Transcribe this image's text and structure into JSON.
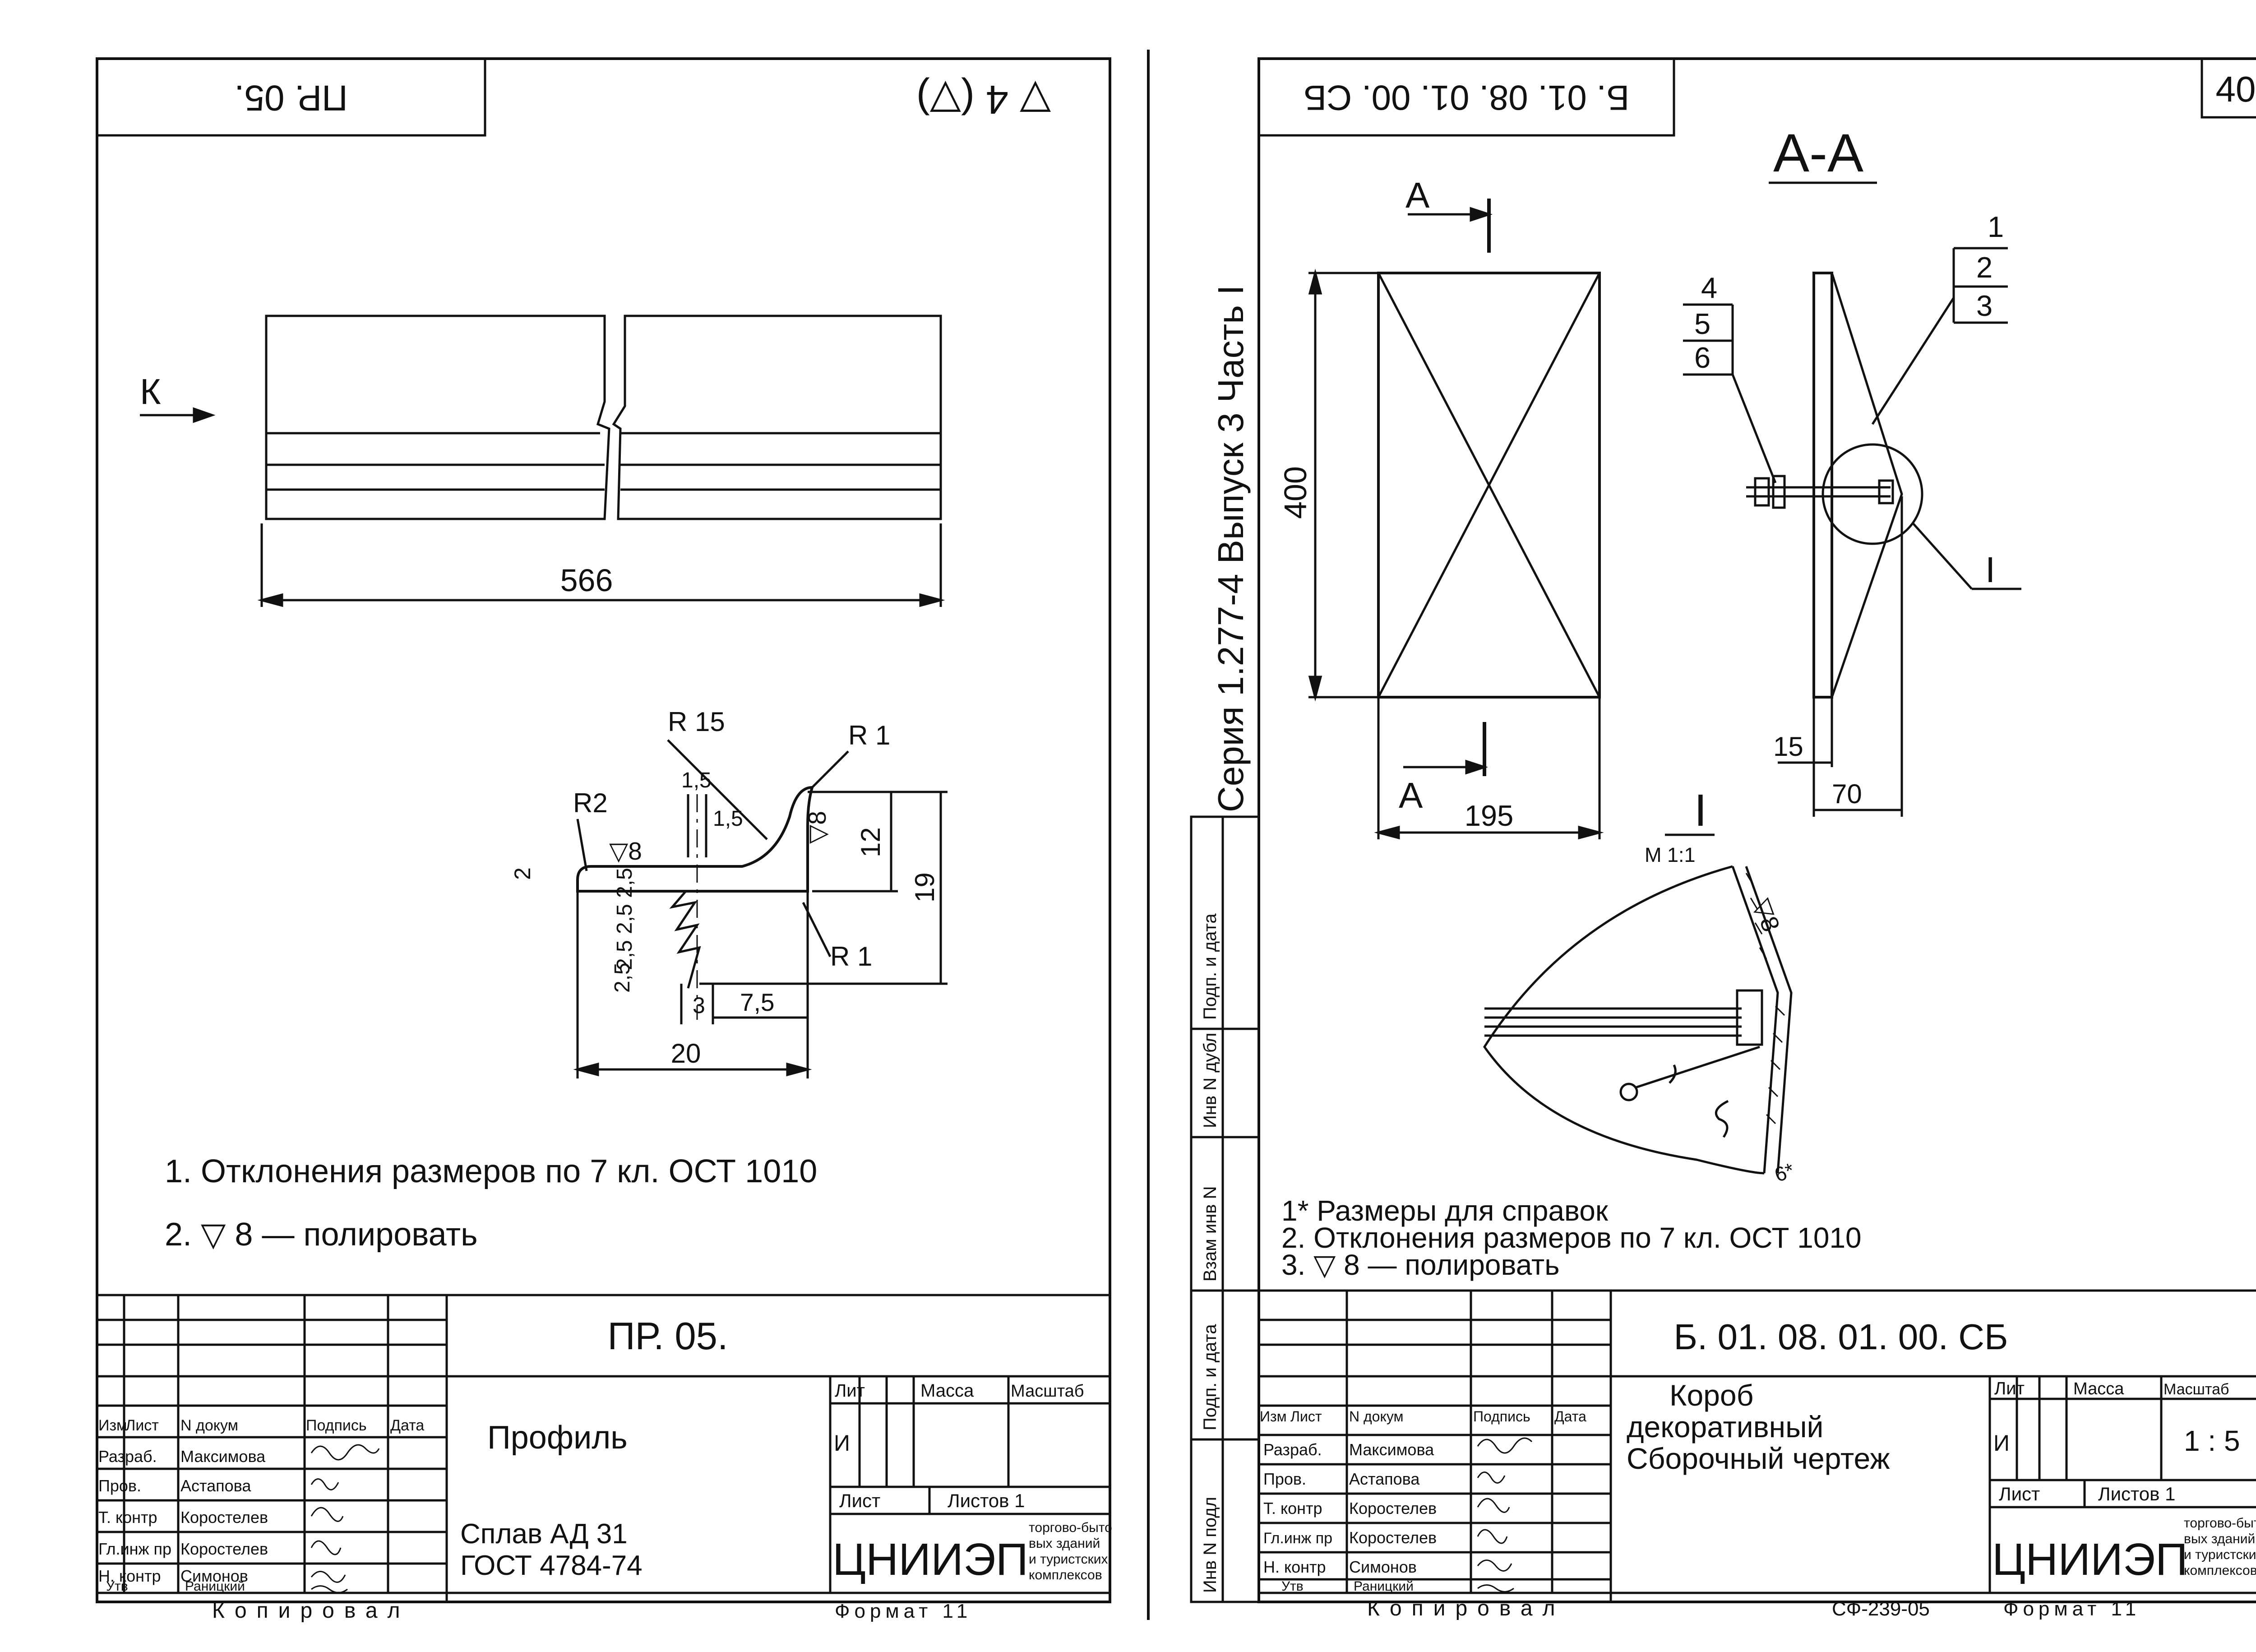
{
  "left_sheet": {
    "corner_stamp": "ПР. 05.",
    "roughness_top": "▽ 4 (▽)",
    "view_marker": "К",
    "dim_length": "566",
    "profile_dims": {
      "r15": "R 15",
      "r1_top": "R 1",
      "r2": "R2",
      "r1_bottom": "R 1",
      "d15a": "1,5",
      "d15b": "1,5",
      "d2": "2",
      "d12": "12",
      "d19": "19",
      "d25_stack": "2,5 2,5 2,5",
      "d25_low": "2,5",
      "d3": "3",
      "d75": "7,5",
      "d20": "20",
      "rough8a": "▽8",
      "rough8b": "▽8"
    },
    "notes": [
      "1. Отклонения   размеров  по 7 кл. ОСТ 1010",
      "2.  ▽ 8  —  полировать"
    ],
    "title_block": {
      "designation": "ПР. 05.",
      "name": "Профиль",
      "material_line1": "Сплав     АД 31",
      "material_line2": "ГОСТ  4784-74",
      "hdr": [
        "Изм",
        "Лист",
        "N докум",
        "Подпись",
        "Дата"
      ],
      "roles": [
        "Разраб.",
        "Пров.",
        "Т. контр",
        "Гл.инж пр",
        "Н. контр",
        "Утв"
      ],
      "names": [
        "Максимова",
        "Астапова",
        "Коростелев",
        "Коростелев",
        "Симонов",
        "Раницкий"
      ],
      "lit_label": "Лит",
      "mass_label": "Масса",
      "scale_label": "Масштаб",
      "lit_value": "И",
      "scale_value": "",
      "sheet_label": "Лист",
      "sheets_label": "Листов 1",
      "org_main": "ЦНИИЭП",
      "org_sub": [
        "торгово-быто",
        "вых зданий",
        "и туристских",
        "комплексов"
      ],
      "copied": "Копировал",
      "format": "Формат 11"
    }
  },
  "right_sheet": {
    "corner_stamp": "Б. 01. 08. 01. 00. СБ",
    "sheet_no": "40",
    "vertical_title": "Серия 1.277-4    Выпуск 3    Часть I",
    "side_labels": [
      "Инв N подл",
      "Подп. и дата",
      "Взам инв N",
      "Инв N дубл",
      "Подп. и дата"
    ],
    "section_label": "А-А",
    "cut_a": "А",
    "dim_400": "400",
    "dim_195": "195",
    "dim_15": "15",
    "dim_70": "70",
    "leaders": [
      "1",
      "2",
      "3",
      "4",
      "5",
      "6",
      "I"
    ],
    "detail_label": "I",
    "detail_scale": "М 1:1",
    "detail_rough": "▽8",
    "detail_dim": "6*",
    "notes": [
      "1*  Размеры  для  справок",
      "2.   Отклонения   размеров  по 7 кл. ОСТ 1010",
      "3.   ▽ 8 — полировать"
    ],
    "title_block": {
      "designation": "Б. 01. 08. 01. 00. СБ",
      "name_line1": "Короб",
      "name_line2": "декоративный",
      "name_line3": "Сборочный  чертеж",
      "hdr": [
        "Изм",
        "Лист",
        "N докум",
        "Подпись",
        "Дата"
      ],
      "roles": [
        "Разраб.",
        "Пров.",
        "Т. контр",
        "Гл.инж пр",
        "Н. контр",
        "Утв"
      ],
      "names": [
        "Максимова",
        "Астапова",
        "Коростелев",
        "Коростелев",
        "Симонов",
        "Раницкий"
      ],
      "lit_label": "Лит",
      "mass_label": "Масса",
      "scale_label": "Масштаб",
      "lit_value": "И",
      "scale_value": "1 : 5",
      "sheet_label": "Лист",
      "sheets_label": "Листов 1",
      "org_main": "ЦНИИЭП",
      "org_sub": [
        "торгово-быто",
        "вых зданий",
        "и туристских",
        "комплексов"
      ],
      "copied": "Копировал",
      "format_code": "СФ-239-05",
      "format": "Формат 11"
    }
  }
}
